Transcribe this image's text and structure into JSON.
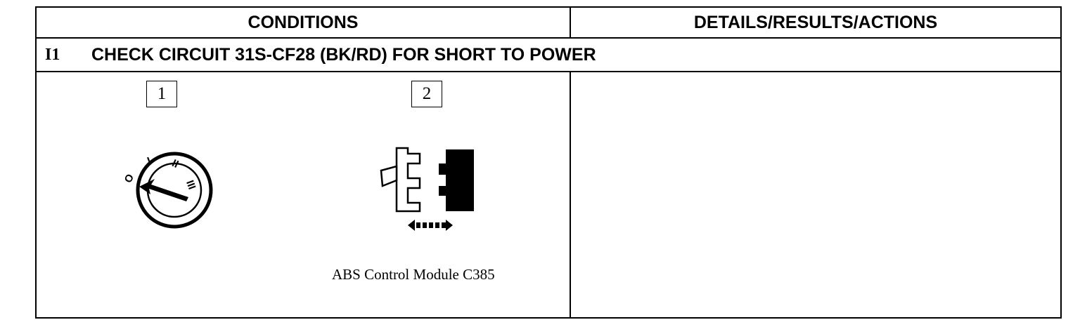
{
  "table": {
    "headers": {
      "conditions": "CONDITIONS",
      "details": "DETAILS/RESULTS/ACTIONS"
    },
    "section": {
      "id": "I1",
      "title": "CHECK CIRCUIT 31S-CF28 (BK/RD) FOR SHORT TO POWER"
    },
    "steps": [
      {
        "number": "1",
        "icon": "ignition-switch-icon",
        "switch_positions": [
          "O",
          "I",
          "II",
          "III"
        ]
      },
      {
        "number": "2",
        "icon": "connector-disconnect-icon",
        "caption": "ABS Control Module C385"
      }
    ],
    "details_content": ""
  }
}
